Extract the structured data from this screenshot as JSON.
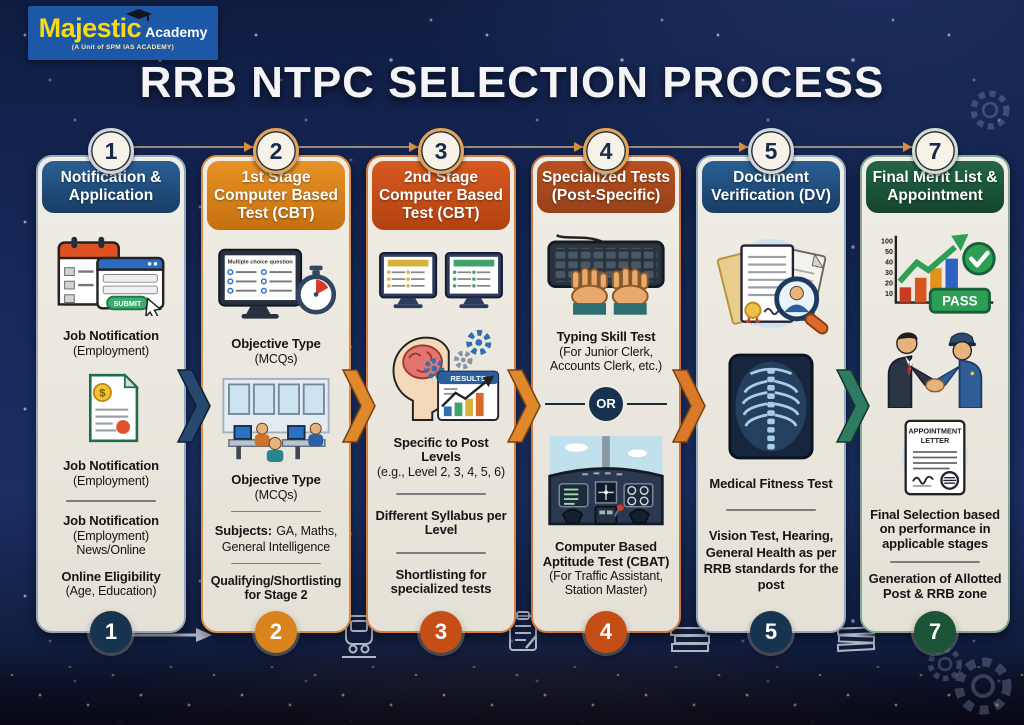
{
  "brand": {
    "name": "Majestic",
    "suffix": "Academy",
    "tagline": "(A Unit of SPM IAS ACADEMY)"
  },
  "title": "RRB NTPC SELECTION PROCESS",
  "colors": {
    "accent_orange": "#d8831c",
    "accent_blue": "#1d4a7a",
    "accent_green": "#1c5438",
    "accent_red": "#c54d16"
  },
  "columns": [
    {
      "number": "1",
      "badge": "1",
      "header": "Notification & Application",
      "icons": {
        "submit_label": "SUBMIT",
        "dollar": "$"
      },
      "texts": {
        "t1b": "Job Notification",
        "t1n": "(Employment)",
        "t2b": "Job Notification",
        "t2n": "(Employment)",
        "t3b": "Job Notification",
        "t3n": "(Employment)",
        "t3n2": "News/Online",
        "t4b": "Online Eligibility",
        "t4n": "(Age, Education)"
      }
    },
    {
      "number": "2",
      "badge": "2",
      "header": "1st Stage Computer Based Test (CBT)",
      "icons": {
        "mcq_title": "Multiple choice question"
      },
      "texts": {
        "t1b": "Objective Type",
        "t1n": "(MCQs)",
        "t2b": "Objective Type",
        "t2n": "(MCQs)",
        "t3b": "Subjects:",
        "t3n": "GA, Maths,",
        "t3n2": "General Intelligence",
        "t4b": "Qualifying/Shortlisting for Stage 2"
      }
    },
    {
      "number": "3",
      "badge": "3",
      "header": "2nd Stage Computer Based Test (CBT)",
      "icons": {
        "results_label": "RESULTS"
      },
      "texts": {
        "t1b": "Specific to Post Levels",
        "t1n": "(e.g., Level 2, 3, 4, 5, 6)",
        "t2b": "Different Syllabus per Level",
        "t3b": "Shortlisting for specialized tests"
      }
    },
    {
      "number": "4",
      "badge": "4",
      "header": "Specialized Tests (Post-Specific)",
      "texts": {
        "t1b": "Typing Skill Test",
        "t1n": "(For Junior Clerk,",
        "t1n2": "Accounts Clerk, etc.)",
        "or": "OR",
        "t2b": "Computer Based Aptitude Test (CBAT)",
        "t2n": "(For Traffic Assistant,",
        "t2n2": "Station Master)"
      }
    },
    {
      "number": "5",
      "badge": "5",
      "header": "Document Verification (DV)",
      "texts": {
        "t1b": "Medical Fitness Test",
        "t2b": "Vision Test, Hearing, General Health as per RRB standards for the post"
      }
    },
    {
      "number": "7",
      "badge": "7",
      "header": "Final Merit List & Appointment",
      "icons": {
        "pass_label": "PASS",
        "letter_line1": "APPOINTMENT",
        "letter_line2": "LETTER",
        "axis": [
          "100",
          "50",
          "40",
          "30",
          "20",
          "10"
        ]
      },
      "texts": {
        "t1b": "Final Selection based on performance in applicable stages",
        "t2b": "Generation of Allotted Post & RRB zone"
      }
    }
  ]
}
